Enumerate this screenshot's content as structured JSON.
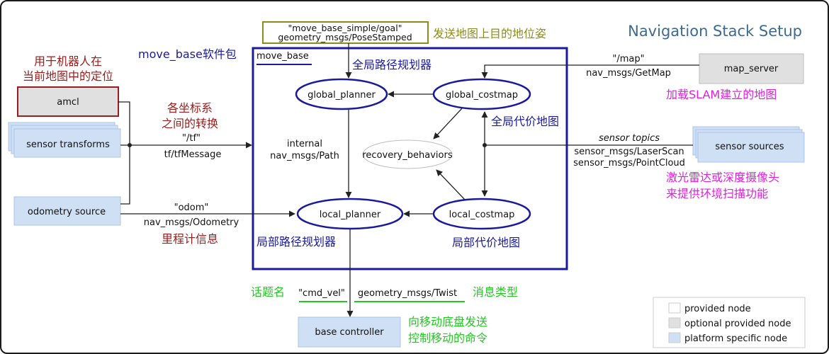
{
  "title": "Navigation Stack Setup",
  "move_base": {
    "box_label": "move_base",
    "caption_cn": "move_base软件包"
  },
  "goal": {
    "line1": "\"move_base_simple/goal\"",
    "line2": "geometry_msgs/PoseStamped",
    "caption_cn": "发送地图上目的地位姿"
  },
  "nodes": {
    "global_planner": "global_planner",
    "global_costmap": "global_costmap",
    "recovery": "recovery_behaviors",
    "local_planner": "local_planner",
    "local_costmap": "local_costmap",
    "amcl": "amcl",
    "sensor_transforms": "sensor transforms",
    "odometry": "odometry source",
    "map_server": "map_server",
    "sensor_sources": "sensor sources",
    "base_controller": "base controller"
  },
  "labels": {
    "global_planner_cn": "全局路径规划器",
    "global_costmap_cn": "全局代价地图",
    "local_planner_cn": "局部路径规划器",
    "local_costmap_cn": "局部代价地图",
    "amcl_cn_1": "用于机器人在",
    "amcl_cn_2": "当前地图中的定位",
    "tf_cn_1": "各坐标系",
    "tf_cn_2": "之间的转换",
    "tf_topic": "\"/tf\"",
    "tf_type": "tf/tfMessage",
    "internal_1": "internal",
    "internal_2": "nav_msgs/Path",
    "odom_topic": "\"odom\"",
    "odom_type": "nav_msgs/Odometry",
    "odom_cn": "里程计信息",
    "map_topic": "\"/map\"",
    "map_type": "nav_msgs/GetMap",
    "map_cn": "加载SLAM建立的地图",
    "sensor_topics": "sensor topics",
    "laser_type": "sensor_msgs/LaserScan",
    "cloud_type": "sensor_msgs/PointCloud",
    "sensor_cn_1": "激光雷达或深度摄像头",
    "sensor_cn_2": "来提供环境扫描功能",
    "topic_name_cn": "话题名",
    "cmd_vel": "\"cmd_vel\"",
    "twist_type": "geometry_msgs/Twist",
    "msg_type_cn": "消息类型",
    "base_cn_1": "向移动底盘发送",
    "base_cn_2": "控制移动的命令"
  },
  "legend": {
    "provided": "provided node",
    "optional": "optional provided node",
    "platform": "platform specific node"
  },
  "colors": {
    "blue_dark": "#1a1a9c",
    "title_blue": "#3d6a8e",
    "red_dark": "#9b1c1c",
    "olive": "#8c8c1c",
    "magenta": "#e020e0",
    "green": "#22c922",
    "platform_fill": "#cfe0f5",
    "optional_fill": "#e0e0e0"
  }
}
